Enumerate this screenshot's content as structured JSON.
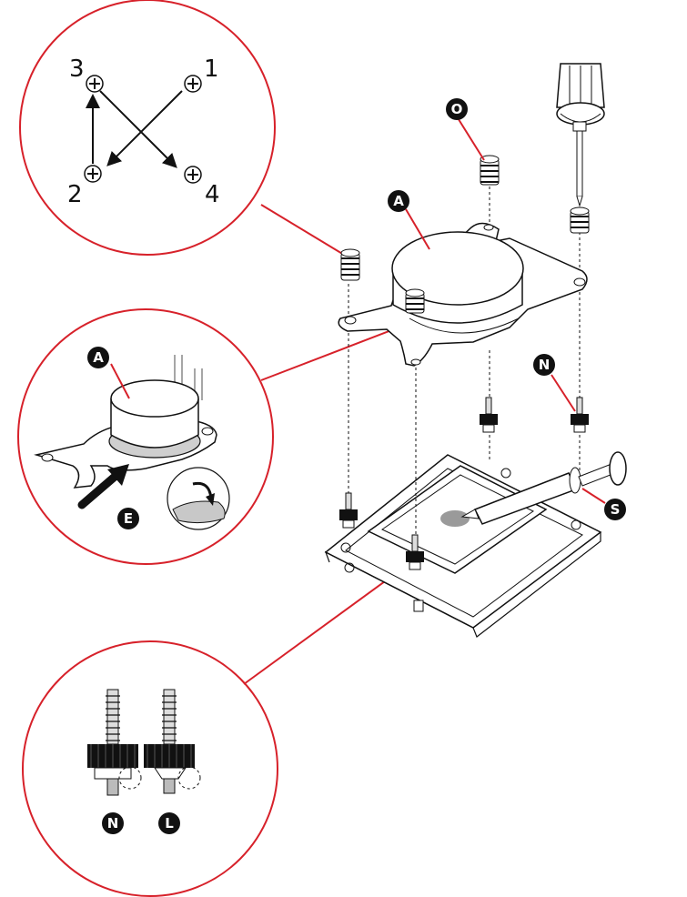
{
  "figure": {
    "screw_order": {
      "n1": "1",
      "n2": "2",
      "n3": "3",
      "n4": "4"
    },
    "badges": {
      "o": "O",
      "a_main": "A",
      "a_detail": "A",
      "e": "E",
      "n_main": "N",
      "s": "S",
      "n_detail": "N",
      "l_detail": "L"
    },
    "colors": {
      "callout": "#d7212a",
      "badge": "#111111",
      "line": "#222222"
    }
  }
}
